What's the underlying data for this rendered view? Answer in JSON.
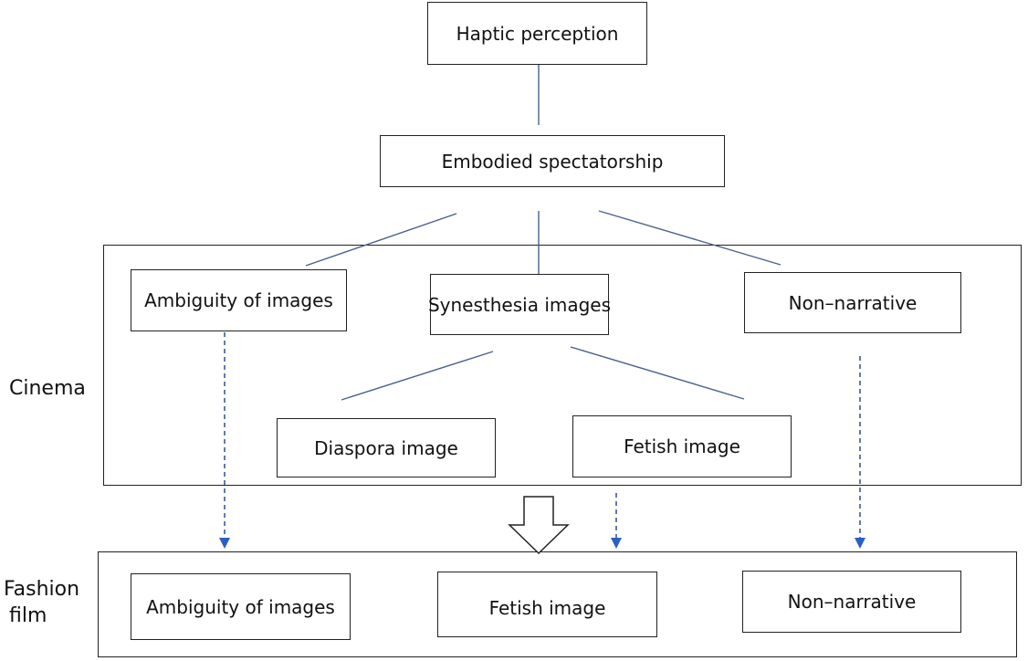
{
  "nodes": {
    "haptic": "Haptic perception",
    "embodied": "Embodied spectatorship",
    "cinema_ambiguity": "Ambiguity of images",
    "cinema_synesthesia": "Synesthesia images",
    "cinema_non_narrative": "Non–narrative",
    "cinema_diaspora": "Diaspora image",
    "cinema_fetish": "Fetish image",
    "fashion_ambiguity": "Ambiguity of images",
    "fashion_fetish": "Fetish image",
    "fashion_non_narrative": "Non–narrative"
  },
  "groups": {
    "cinema": "Cinema",
    "fashion_line1": "Fashion",
    "fashion_line2": "film"
  },
  "colors": {
    "connector": "#4a6090",
    "dashed_arrow": "#3a5a9a",
    "arrow_head": "#2b5fc7",
    "border": "#222222"
  }
}
